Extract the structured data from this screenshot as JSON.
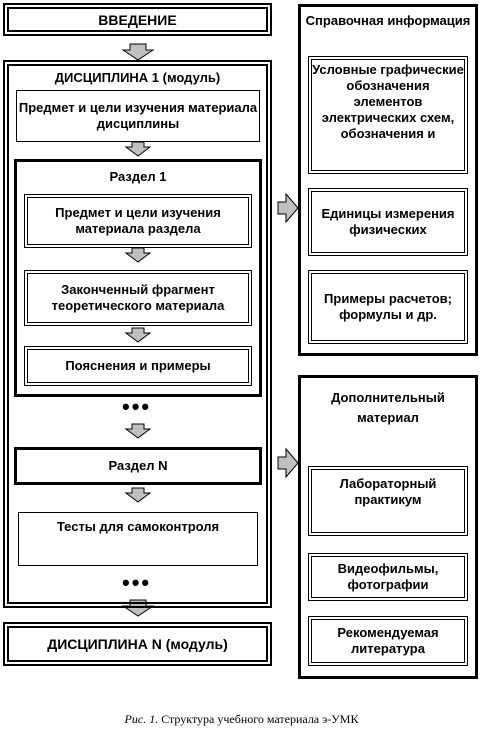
{
  "left": {
    "intro": "ВВЕДЕНИЕ",
    "discipline1_title": "ДИСЦИПЛИНА 1 (модуль)",
    "discipline_goals": "Предмет и цели изучения материала дисциплины",
    "section1_title": "Раздел 1",
    "section_goals": "Предмет и цели изучения материала раздела",
    "fragment": "Законченный фрагмент теоретического материала",
    "explanations": "Пояснения и примеры",
    "dots": "•••",
    "sectionN": "Раздел N",
    "tests": "Тесты для самоконтроля",
    "dots2": "•••",
    "disciplineN": "ДИСЦИПЛИНА N (модуль)"
  },
  "right": {
    "reference_title": "Справочная информация",
    "symbols": "Условные графические обозначения элементов электрических схем, обозначения и",
    "units": "Единицы измерения физических",
    "examples": "Примеры расчетов; формулы и др.",
    "additional_title": "Дополнительный материал",
    "lab": "Лабораторный практикум",
    "video": "Видеофильмы, фотографии",
    "literature": "Рекомендуемая литература"
  },
  "caption": {
    "prefix": "Рис. 1.",
    "text": " Структура учебного материала э-УМК"
  },
  "colors": {
    "arrow_fill": "#c0c0c0",
    "border": "#000000"
  }
}
